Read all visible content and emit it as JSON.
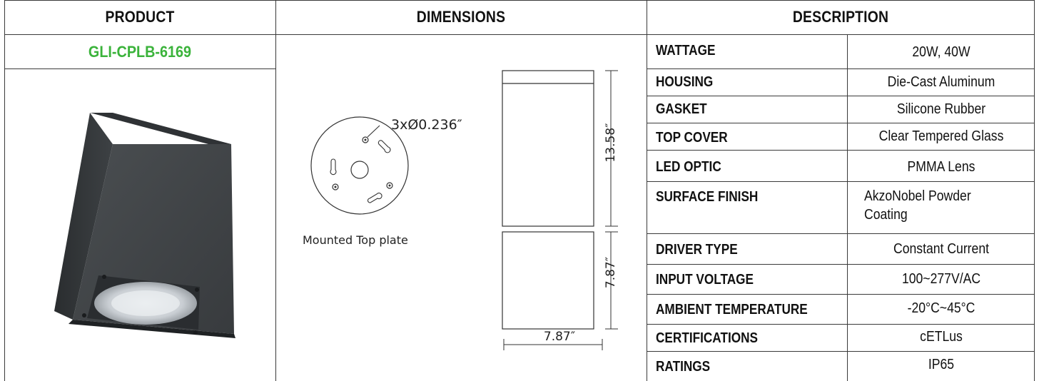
{
  "headers": {
    "product": "PRODUCT",
    "dimensions": "DIMENSIONS",
    "description": "DESCRIPTION"
  },
  "product": {
    "code": "GLI-CPLB-6169",
    "image_icon": "ceiling-light-fixture-icon",
    "code_color": "#3bb33b"
  },
  "dimensions": {
    "hole_label": "3xØ0.236″",
    "caption": "Mounted Top plate",
    "height_upper": "13.58″",
    "height_lower": "7.87″",
    "width": "7.87″"
  },
  "specs": [
    {
      "label": "WATTAGE",
      "value": "20W, 40W"
    },
    {
      "label": "HOUSING",
      "value": "Die-Cast Aluminum"
    },
    {
      "label": "GASKET",
      "value": "Silicone Rubber"
    },
    {
      "label": "TOP COVER",
      "value": "Clear Tempered Glass"
    },
    {
      "label": "LED OPTIC",
      "value": "PMMA Lens"
    },
    {
      "label": "SURFACE FINISH",
      "value": "AkzoNobel Powder Coating"
    },
    {
      "label": "DRIVER TYPE",
      "value": "Constant Current"
    },
    {
      "label": "INPUT VOLTAGE",
      "value": "100~277V/AC"
    },
    {
      "label": "AMBIENT TEMPERATURE",
      "value": "-20°C~45°C"
    },
    {
      "label": "CERTIFICATIONS",
      "value": "cETLus"
    },
    {
      "label": "RATINGS",
      "value": "IP65"
    }
  ]
}
